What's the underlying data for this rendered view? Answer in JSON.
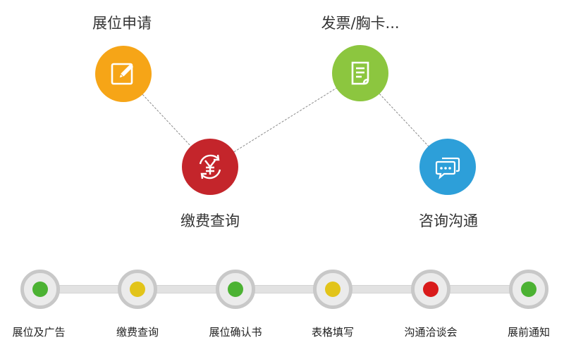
{
  "flow": {
    "nodes": [
      {
        "label": "展位申请",
        "icon": "edit-icon",
        "color": "#f6a517"
      },
      {
        "label": "缴费查询",
        "icon": "yen-refresh-icon",
        "color": "#c4252b"
      },
      {
        "label": "发票/胸卡...",
        "icon": "document-icon",
        "color": "#8cc63f"
      },
      {
        "label": "咨询沟通",
        "icon": "chat-icon",
        "color": "#2d9fd9"
      }
    ]
  },
  "progress": {
    "steps": [
      {
        "label": "展位及广告",
        "status_color": "#4cb233"
      },
      {
        "label": "缴费查询",
        "status_color": "#e2c41a"
      },
      {
        "label": "展位确认书",
        "status_color": "#4cb233"
      },
      {
        "label": "表格填写",
        "status_color": "#e2c41a"
      },
      {
        "label": "沟通洽谈会",
        "status_color": "#d91b1b"
      },
      {
        "label": "展前通知",
        "status_color": "#4cb233"
      }
    ]
  }
}
